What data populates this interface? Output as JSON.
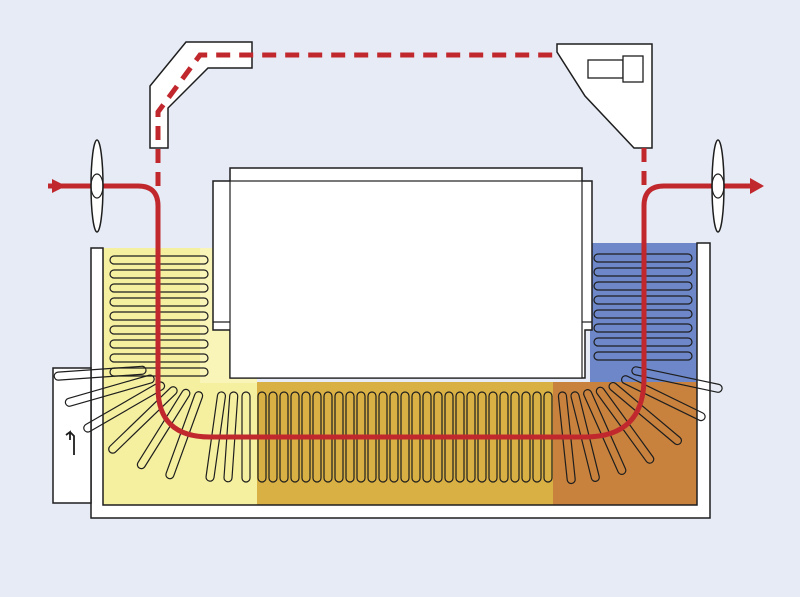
{
  "diagram": {
    "background": "#e6ebf5",
    "line_color": "#c0282d",
    "outline_color": "#1e1e1e",
    "zones": [
      {
        "name": "left-zone",
        "color": "#f5f0a0",
        "light": "#fbf7c8"
      },
      {
        "name": "middle-zone",
        "color": "#d9b044"
      },
      {
        "name": "right-zone",
        "color": "#c8823e"
      },
      {
        "name": "right-upper-zone",
        "color": "#6d87c8"
      }
    ],
    "icons": {
      "power": "lightning-icon",
      "left_roller": "roller-icon",
      "right_roller": "roller-icon",
      "left_guide": "guide-box-icon",
      "right_unit": "drive-unit-icon"
    }
  }
}
